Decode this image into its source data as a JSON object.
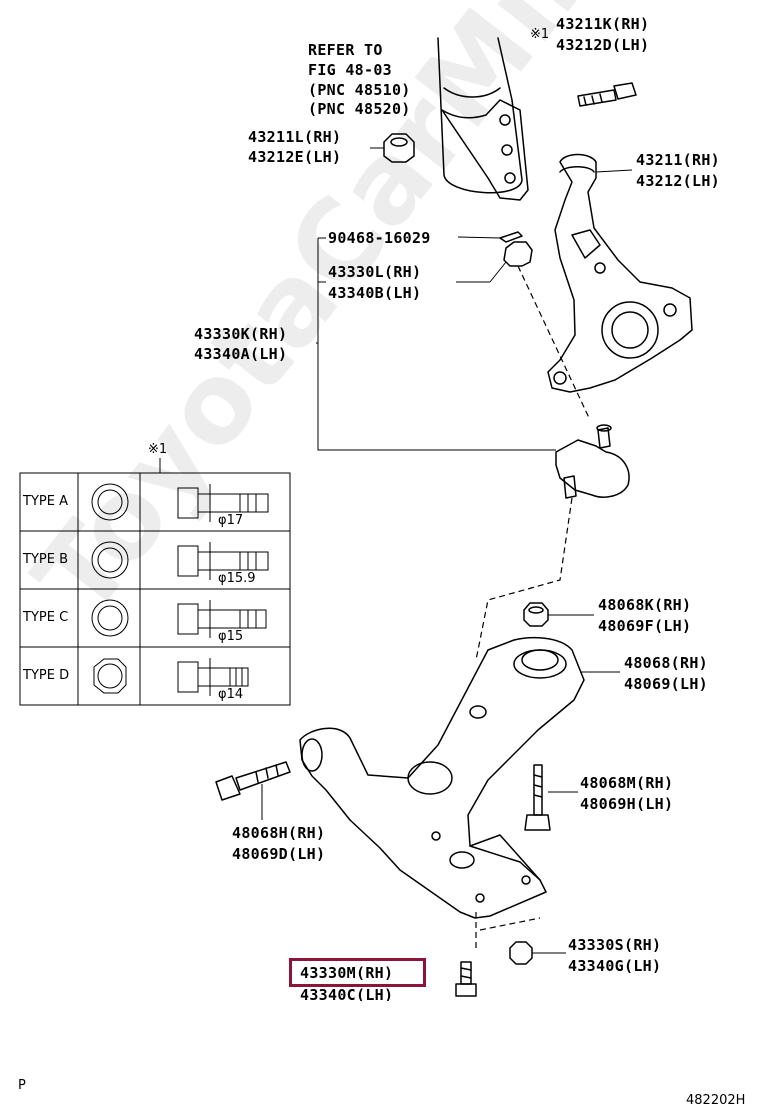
{
  "diagram": {
    "refer_lines": [
      "REFER TO",
      "FIG 48-03",
      "(PNC 48510)",
      "(PNC 48520)"
    ],
    "bolt_top": {
      "mark": "※1",
      "rh": "43211K(RH)",
      "lh": "43212D(LH)"
    },
    "nut_top": {
      "rh": "43211L(RH)",
      "lh": "43212E(LH)"
    },
    "knuckle": {
      "rh": "43211(RH)",
      "lh": "43212(LH)"
    },
    "pin": "90468-16029",
    "nut_ball": {
      "rh": "43330L(RH)",
      "lh": "43340B(LH)"
    },
    "ball_joint": {
      "rh": "43330K(RH)",
      "lh": "43340A(LH)"
    },
    "arm_nut": {
      "rh": "48068K(RH)",
      "lh": "48069F(LH)"
    },
    "lower_arm": {
      "rh": "48068(RH)",
      "lh": "48069(LH)"
    },
    "bolt_right": {
      "rh": "48068M(RH)",
      "lh": "48069H(LH)"
    },
    "bolt_left": {
      "rh": "48068H(RH)",
      "lh": "48069D(LH)"
    },
    "bottom_nut": {
      "rh": "43330S(RH)",
      "lh": "43340G(LH)"
    },
    "bottom_bolt": {
      "rh": "43330M(RH)",
      "lh": "43340C(LH)"
    },
    "bolt_table": {
      "mark": "※1",
      "rows": [
        {
          "type": "TYPE A",
          "dim": "φ17"
        },
        {
          "type": "TYPE B",
          "dim": "φ15.9"
        },
        {
          "type": "TYPE C",
          "dim": "φ15"
        },
        {
          "type": "TYPE D",
          "dim": "φ14"
        }
      ]
    },
    "corner_left": "P",
    "figure_code": "482202H",
    "highlight_color": "#8a1538"
  }
}
